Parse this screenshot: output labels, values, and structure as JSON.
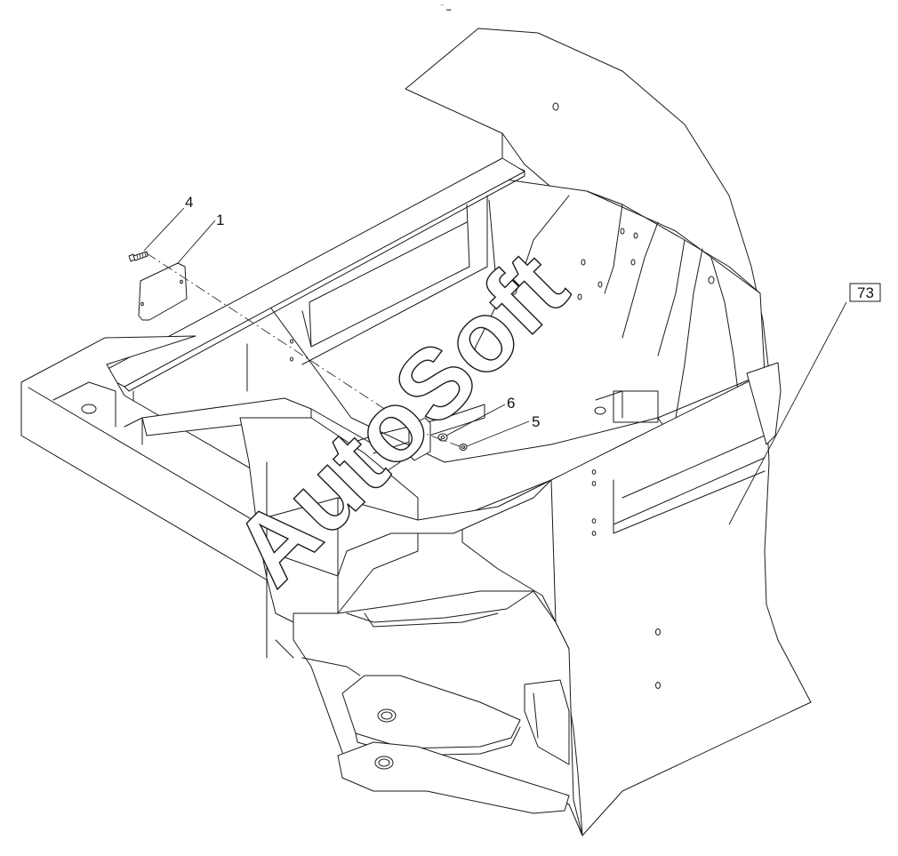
{
  "top_mark": "⁻ ‗",
  "callouts": {
    "c1": "1",
    "c4": "4",
    "c5": "5",
    "c6": "6",
    "c73": "73"
  },
  "watermark": {
    "text": "AutoSoft",
    "color": "#ffffff",
    "outline_color": "#1a1a1a"
  }
}
